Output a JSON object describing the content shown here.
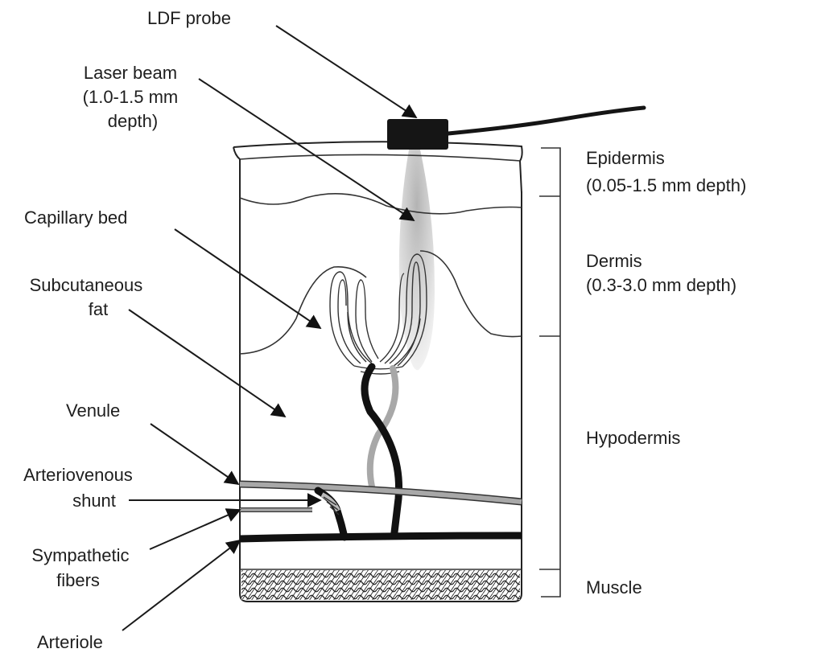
{
  "labels_left": {
    "ldf_probe": "LDF probe",
    "laser_beam": [
      "Laser beam",
      "(1.0-1.5 mm",
      "depth)"
    ],
    "capillary_bed": "Capillary bed",
    "subcutaneous_fat": [
      "Subcutaneous",
      "fat"
    ],
    "venule": "Venule",
    "arteriovenous_shunt": [
      "Arteriovenous",
      "shunt"
    ],
    "sympathetic_fibers": [
      "Sympathetic",
      "fibers"
    ],
    "arteriole": "Arteriole"
  },
  "layers_right": {
    "epidermis": [
      "Epidermis",
      "(0.05-1.5 mm depth)"
    ],
    "dermis": [
      "Dermis",
      "(0.3-3.0 mm depth)"
    ],
    "hypodermis": "Hypodermis",
    "muscle": "Muscle"
  },
  "colors": {
    "line": "#222222",
    "vessel_gray": "#a8a8a8",
    "beam": "#b8b8b8",
    "arteriole": "#111111"
  }
}
